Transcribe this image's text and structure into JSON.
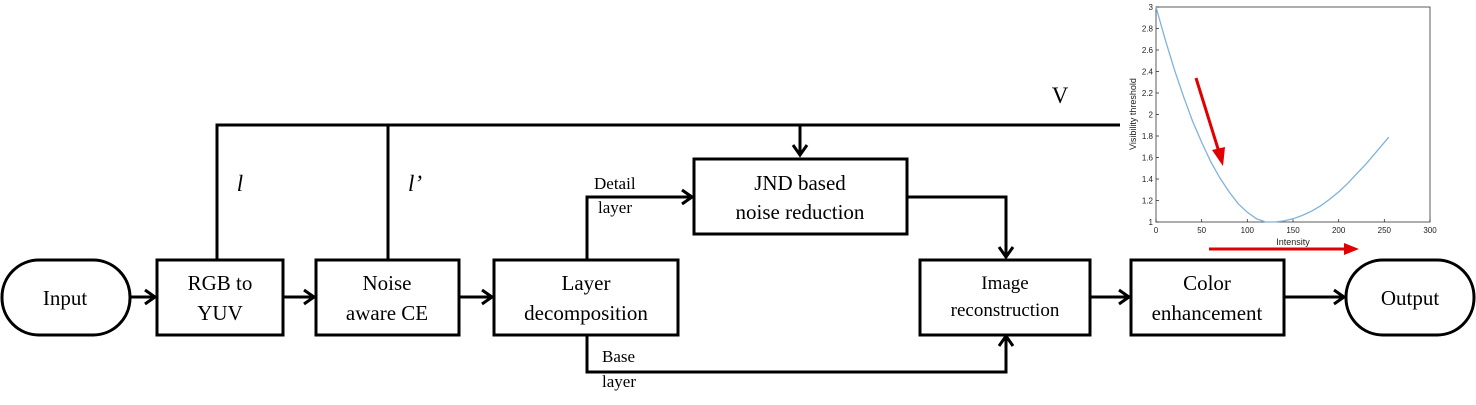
{
  "blocks": {
    "input": "Input",
    "rgb_to_yuv": [
      "RGB to",
      "YUV"
    ],
    "noise_aware_ce": [
      "Noise",
      "aware CE"
    ],
    "layer_decomposition": [
      "Layer",
      "decomposition"
    ],
    "jnd_noise_reduction": [
      "JND based",
      "noise reduction"
    ],
    "image_reconstruction": [
      "Image",
      "reconstruction"
    ],
    "color_enhancement": [
      "Color",
      "enhancement"
    ],
    "output": "Output"
  },
  "signals": {
    "l": "l",
    "l_prime": "l’",
    "v": "V",
    "detail_layer": [
      "Detail",
      "layer"
    ],
    "base_layer": [
      "Base",
      "layer"
    ]
  },
  "chart_data": {
    "type": "line",
    "xlabel": "Intensity",
    "ylabel": "Visibility threshold",
    "xlim": [
      0,
      300
    ],
    "ylim": [
      1,
      3
    ],
    "xticks": [
      "0",
      "50",
      "100",
      "150",
      "200",
      "250",
      "300"
    ],
    "yticks": [
      "1",
      "1.2",
      "1.4",
      "1.6",
      "1.8",
      "2",
      "2.2",
      "2.4",
      "2.6",
      "2.8",
      "3"
    ],
    "series": [
      {
        "color": "#7fb2dc",
        "x": [
          0,
          10,
          20,
          30,
          40,
          50,
          60,
          70,
          80,
          90,
          100,
          110,
          120,
          127,
          130,
          140,
          150,
          160,
          170,
          180,
          190,
          200,
          210,
          220,
          230,
          240,
          250,
          255
        ],
        "values": [
          3.0,
          2.7,
          2.42,
          2.17,
          1.94,
          1.74,
          1.56,
          1.41,
          1.28,
          1.17,
          1.09,
          1.03,
          1.0,
          1.0,
          1.0,
          1.01,
          1.03,
          1.06,
          1.1,
          1.15,
          1.21,
          1.28,
          1.36,
          1.45,
          1.54,
          1.64,
          1.74,
          1.79
        ]
      }
    ],
    "grid": false,
    "annotation_arrow_color": "#e00000"
  }
}
